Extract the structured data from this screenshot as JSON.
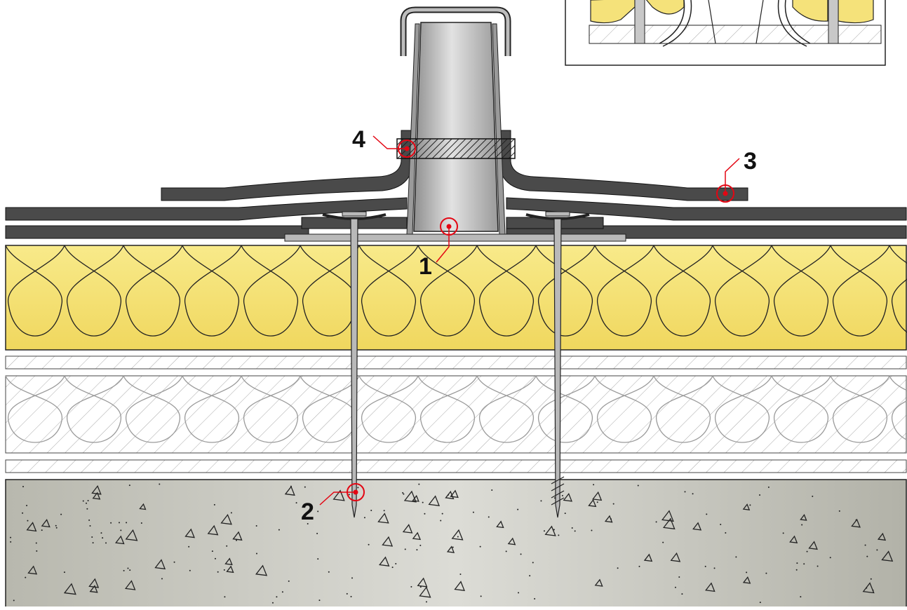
{
  "colors": {
    "insulation": "#f5e27a",
    "insulation_light": "#fbf2b8",
    "membrane": "#4a4a4a",
    "metal": "#b9b9b9",
    "metal_dark": "#7a7a7a",
    "concrete": "#d6d6d0",
    "concrete_dark": "#b4b4ab",
    "callout": "#e30613",
    "hatch": "#a8a8a8",
    "outline": "#222222"
  },
  "callouts": [
    {
      "number": "1",
      "target": "vent-pipe"
    },
    {
      "number": "2",
      "target": "fastener-in-concrete"
    },
    {
      "number": "3",
      "target": "top-membrane-flap"
    },
    {
      "number": "4",
      "target": "sealing-clamp-band"
    }
  ],
  "icons": [
    "callout-circle-icon",
    "aggregate-triangle-icon",
    "screw-thread-icon"
  ]
}
